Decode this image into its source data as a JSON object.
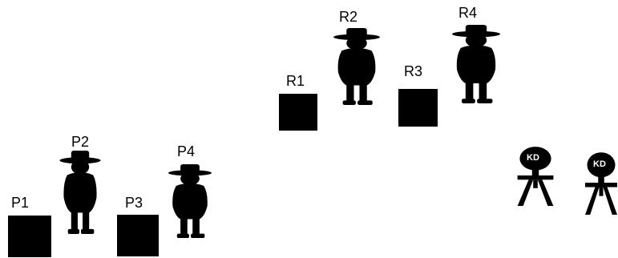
{
  "labels": {
    "p1": "P1",
    "p2": "P2",
    "p3": "P3",
    "p4": "P4",
    "r1": "R1",
    "r2": "R2",
    "r3": "R3",
    "r4": "R4"
  },
  "targets": {
    "text": "KD"
  },
  "colors": {
    "ink": "#000000",
    "target_text": "#ffffff",
    "background": "#ffffff"
  },
  "icons": {
    "box": "square",
    "figure": "person-silhouette-icon",
    "target": "tripod-target-icon"
  }
}
